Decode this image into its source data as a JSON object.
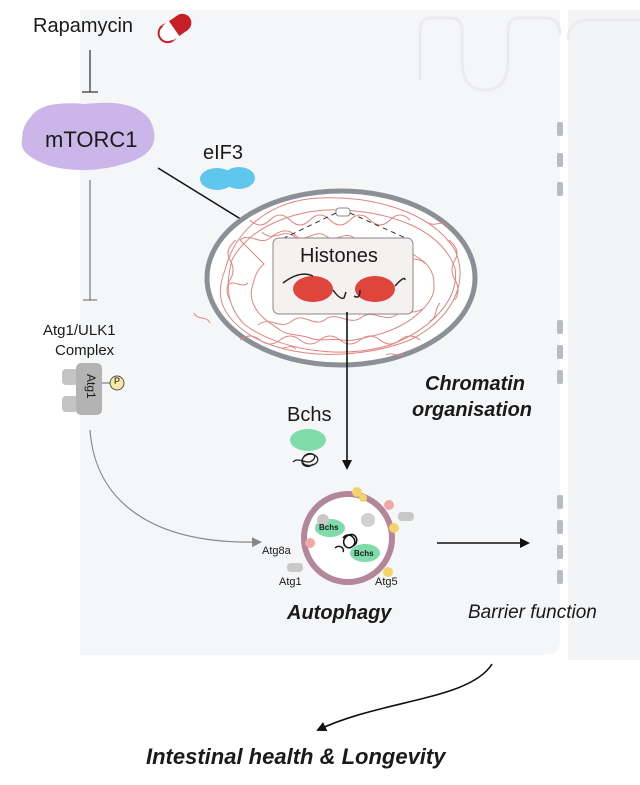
{
  "labels": {
    "rapamycin": "Rapamycin",
    "mtorc1": "mTORC1",
    "eif3": "eIF3",
    "histones": "Histones",
    "atg1_complex_line1": "Atg1/ULK1",
    "atg1_complex_line2": "Complex",
    "atg1_protein": "Atg1",
    "phospho": "P",
    "chromatin_line1": "Chromatin",
    "chromatin_line2": "organisation",
    "bchs": "Bchs",
    "bchs_inner_1": "Bchs",
    "bchs_inner_2": "Bchs",
    "atg8a": "Atg8a",
    "atg1": "Atg1",
    "atg5": "Atg5",
    "autophagy": "Autophagy",
    "barrier_function": "Barrier function",
    "outcome": "Intestinal health & Longevity"
  },
  "colors": {
    "mtorc1_fill": "#cbb6ea",
    "eif3_fill": "#5fc6ee",
    "chromatin_strand": "#e0857f",
    "histone_fill": "#e0453c",
    "bchs_fill": "#7fdcaa",
    "autophagosome_ring": "#b3869a",
    "marker_yellow": "#f5d36b",
    "marker_pink": "#f2a7a7",
    "cell_fill": "#f5f6f8",
    "pill_red": "#c81e25"
  }
}
